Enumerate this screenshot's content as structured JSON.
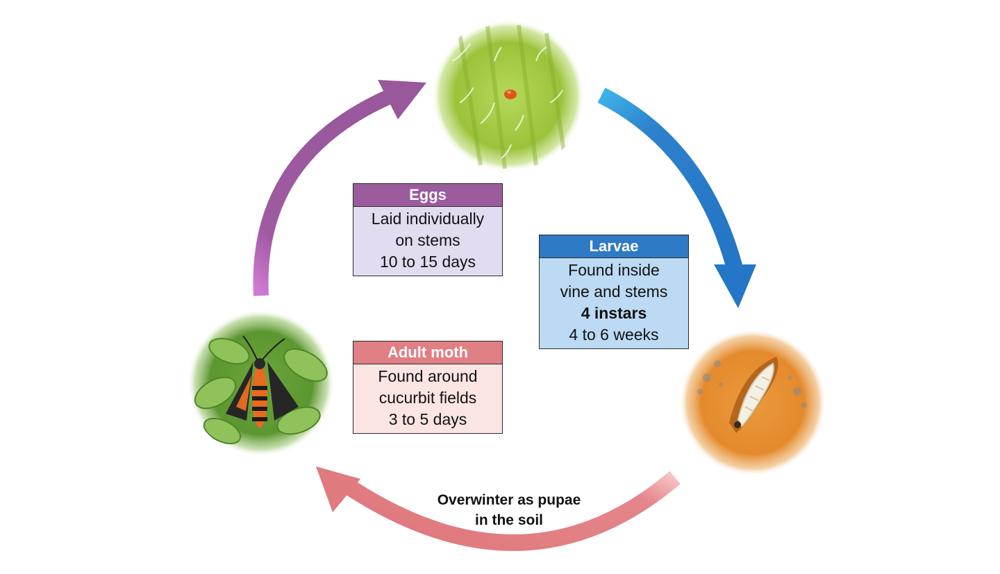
{
  "colors": {
    "eggs": "#9b5c9e",
    "eggs_light": "#e1dcef",
    "larvae": "#2f7ac4",
    "larvae_light": "#bcdaf3",
    "adult": "#e07f84",
    "adult_light": "#fbe5e3"
  },
  "stages": {
    "eggs": {
      "title": "Eggs",
      "lines": [
        "Laid individually",
        "on stems",
        "10 to 15 days"
      ]
    },
    "larvae": {
      "title": "Larvae",
      "lines": [
        "Found inside",
        "vine and stems",
        "4 instars",
        "4 to 6 weeks"
      ]
    },
    "adult": {
      "title": "Adult moth",
      "lines": [
        "Found around",
        "cucurbit fields",
        "3 to 5 days"
      ]
    }
  },
  "overwinter": {
    "lines": [
      "Overwinter as pupae",
      "in the soil"
    ]
  },
  "photos": [
    {
      "name": "egg-on-stem-photo"
    },
    {
      "name": "larva-in-fruit-photo"
    },
    {
      "name": "adult-moth-photo"
    }
  ]
}
